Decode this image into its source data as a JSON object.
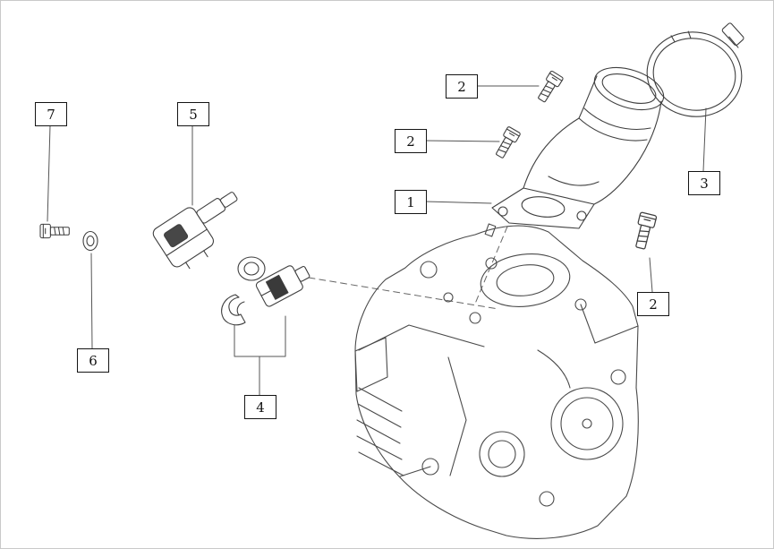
{
  "colors": {
    "background": "#ffffff",
    "line": "#3f3f3f",
    "leader": "#555555"
  },
  "callouts": [
    {
      "label": "7"
    },
    {
      "label": "5"
    },
    {
      "label": "2"
    },
    {
      "label": "2"
    },
    {
      "label": "1"
    },
    {
      "label": "3"
    },
    {
      "label": "2"
    },
    {
      "label": "6"
    },
    {
      "label": "4"
    }
  ]
}
